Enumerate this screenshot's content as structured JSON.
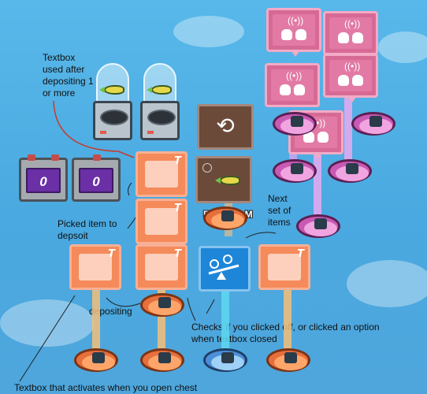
{
  "notes": {
    "textbox_used": "Textbox\nused after\ndepositing 1\nor more",
    "picked_item": "Picked item to\ndepsoit",
    "next_set": "Next\nset of\nitems",
    "depositing": "depositing",
    "checks": "Checks if you clicked off, or clicked an option\nwhen textbox closed",
    "textbox_chest": "Textbox that activates when you open chest"
  },
  "counters": [
    "0",
    "0"
  ],
  "player_name": "Brandon M",
  "textbox_letter": "T",
  "repeat_glyph": "⟲",
  "colors": {
    "sky": "#4aa9e0",
    "textbox": "#f58a5a",
    "pink_device": "#d66a95",
    "counter_screen": "#6b2fa6",
    "blue_device": "#1e86d8"
  }
}
